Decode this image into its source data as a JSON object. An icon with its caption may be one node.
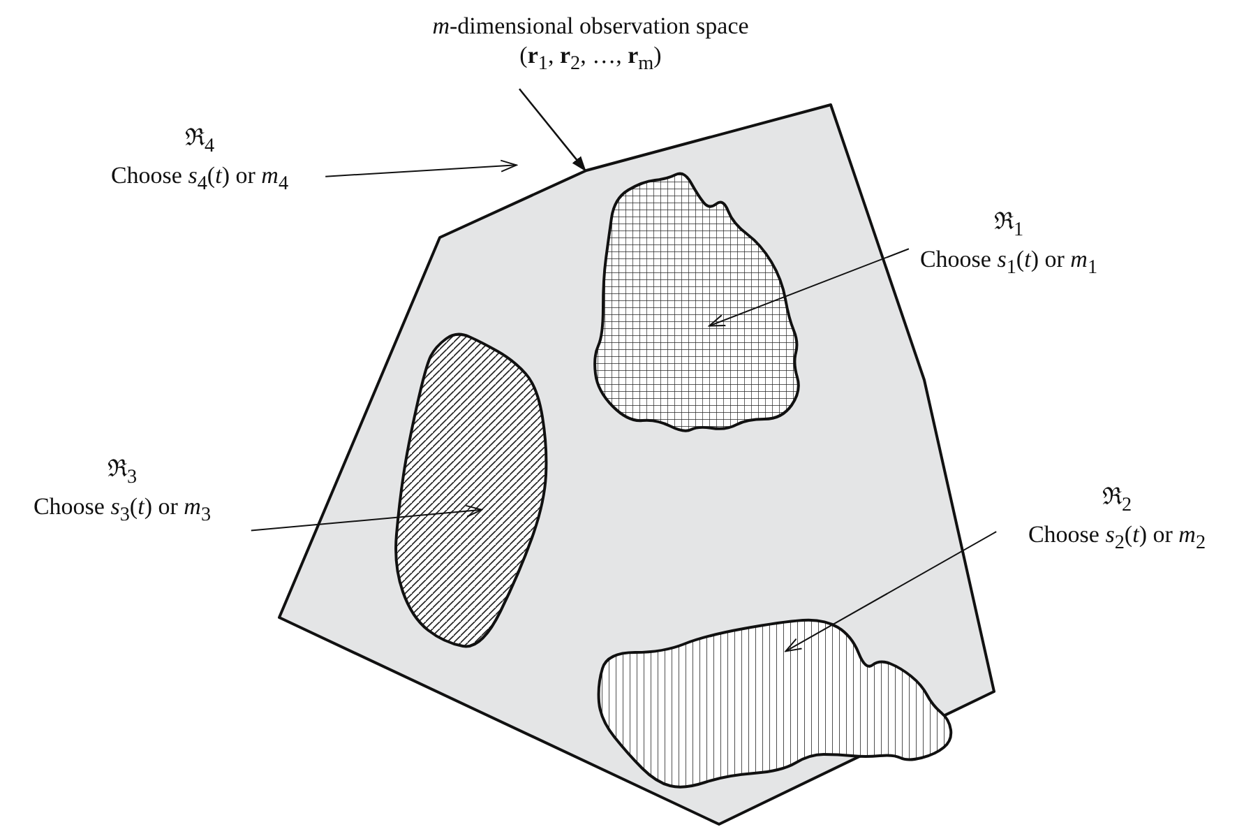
{
  "diagram": {
    "nodes": [
      {
        "text": [
          "*m*-dimensional observation space",
          "(**r**$_{1}$, **r**$_{2}$, …, **r**$_{m}$)"
        ]
      },
      {
        "text": [],
        "shape": "polygon"
      },
      {
        "text": [],
        "shape": "blob",
        "in": 1
      },
      {
        "text": [],
        "shape": "blob",
        "in": 1
      },
      {
        "text": [],
        "shape": "blob",
        "in": 1
      },
      {
        "text": [
          "ℜ$_{4}$",
          "Choose *s*$_{4}$(*t*) or *m*$_{4}$"
        ]
      },
      {
        "text": [
          "ℜ$_{1}$",
          "Choose *s*$_{1}$(*t*) or *m*$_{1}$"
        ]
      },
      {
        "text": [
          "ℜ$_{3}$",
          "Choose *s*$_{3}$(*t*) or *m*$_{3}$"
        ]
      },
      {
        "text": [
          "ℜ$_{2}$",
          "Choose *s*$_{2}$(*t*) or *m*$_{2}$"
        ]
      }
    ],
    "edges": [
      {
        "from": 0,
        "to": 1,
        "arrow": "to"
      },
      {
        "from": 5,
        "to": 1,
        "arrow": "to"
      },
      {
        "from": 6,
        "to": 2,
        "arrow": "to"
      },
      {
        "from": 7,
        "to": 3,
        "arrow": "to"
      },
      {
        "from": 8,
        "to": 4,
        "arrow": "to"
      }
    ]
  }
}
